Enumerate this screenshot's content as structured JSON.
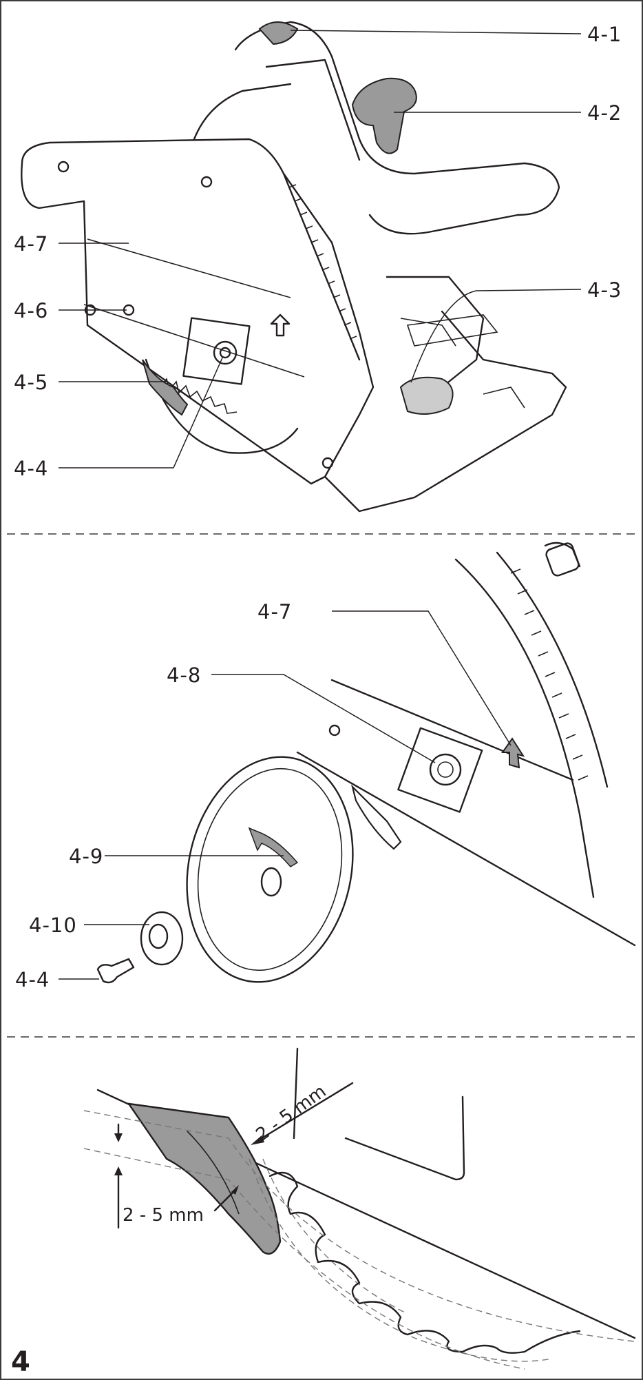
{
  "figure": {
    "number": "4",
    "colors": {
      "line": "#231f20",
      "part_fill": "#9a9a9a",
      "background": "#ffffff"
    }
  },
  "panel_top": {
    "labels": [
      "4-1",
      "4-2",
      "4-3",
      "4-4",
      "4-5",
      "4-6",
      "4-7"
    ]
  },
  "panel_middle": {
    "labels": [
      "4-7",
      "4-8",
      "4-9",
      "4-10",
      "4-4"
    ]
  },
  "panel_bottom": {
    "dimension_diagonal": "2 - 5 mm",
    "dimension_vertical": "2 - 5 mm"
  }
}
